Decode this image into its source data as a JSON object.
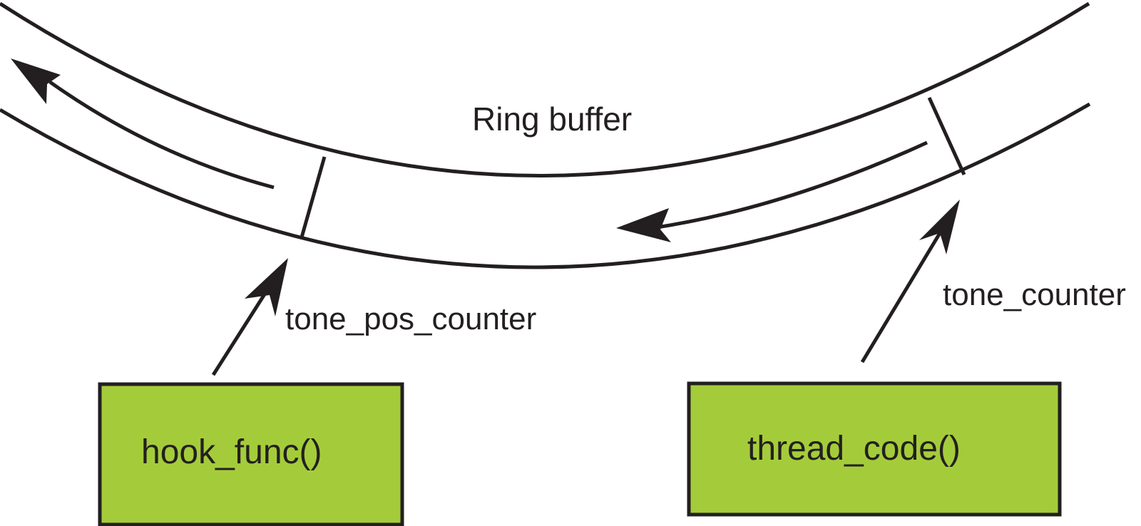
{
  "ring": {
    "label": "Ring buffer"
  },
  "pointers": {
    "read": {
      "label": "tone_pos_counter"
    },
    "write": {
      "label": "tone_counter"
    }
  },
  "functions": {
    "hook": {
      "label": "hook_func()"
    },
    "thread": {
      "label": "thread_code()"
    }
  },
  "colors": {
    "box_fill": "#a4cc3a",
    "ink": "#231f20"
  }
}
